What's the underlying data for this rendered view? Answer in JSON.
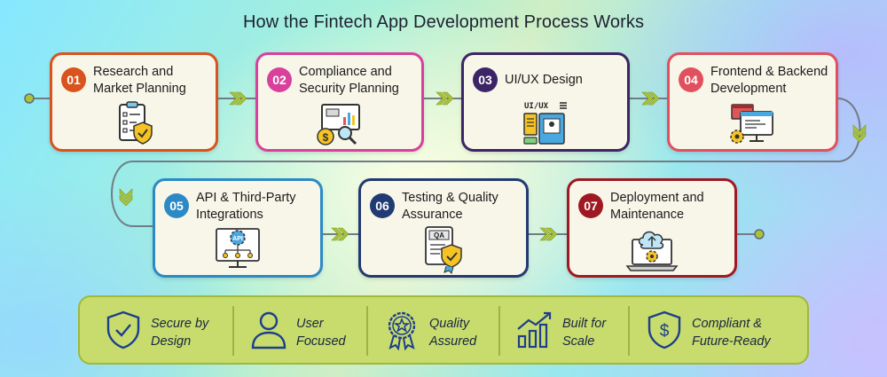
{
  "title": "How the Fintech App Development Process Works",
  "steps": [
    {
      "num": "01",
      "title": "Research and Market Planning",
      "color": "#d9531e",
      "icon": "clipboard-shield-icon"
    },
    {
      "num": "02",
      "title": "Compliance and Security Planning",
      "color": "#d8409c",
      "icon": "presentation-magnifier-icon"
    },
    {
      "num": "03",
      "title": "UI/UX Design",
      "color": "#3d2466",
      "icon": "ui-ux-layout-icon"
    },
    {
      "num": "04",
      "title": "Frontend & Backend Development",
      "color": "#e1505e",
      "icon": "code-monitor-gear-icon"
    },
    {
      "num": "05",
      "title": "API & Third-Party Integrations",
      "color": "#2b8ac6",
      "icon": "api-network-icon"
    },
    {
      "num": "06",
      "title": "Testing & Quality Assurance",
      "color": "#223a73",
      "icon": "qa-checklist-badge-icon"
    },
    {
      "num": "07",
      "title": "Deployment and Maintenance",
      "color": "#9f1822",
      "icon": "cloud-laptop-gear-icon"
    }
  ],
  "features": [
    {
      "label": "Secure by\nDesign",
      "icon": "shield-check-icon"
    },
    {
      "label": "User\nFocused",
      "icon": "user-icon"
    },
    {
      "label": "Quality\nAssured",
      "icon": "award-star-icon"
    },
    {
      "label": "Built for\nScale",
      "icon": "growth-chart-icon"
    },
    {
      "label": "Compliant &\nFuture-Ready",
      "icon": "shield-dollar-icon"
    }
  ],
  "colors": {
    "connector": "#737b86",
    "chevron": "#a8c33a",
    "feature_bar": "#c7dc6d",
    "feature_icon": "#1f3e8c"
  }
}
